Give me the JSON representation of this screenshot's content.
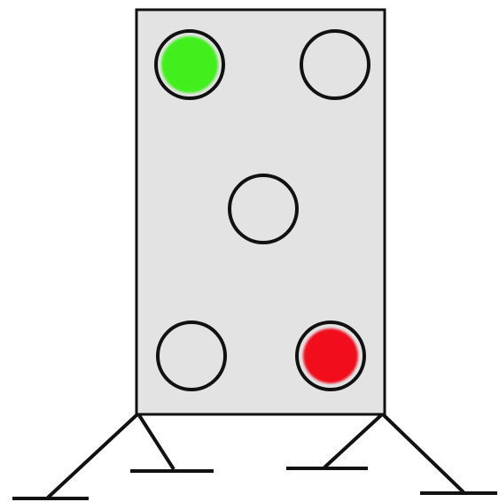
{
  "diagram": {
    "panel": {
      "fill": "#e3e3e3",
      "stroke": "#111111"
    },
    "indicators": [
      {
        "id": "top-left",
        "state": "lit",
        "color": "#43ef1f"
      },
      {
        "id": "top-right",
        "state": "off",
        "color": "#e3e3e3"
      },
      {
        "id": "center",
        "state": "off",
        "color": "#e3e3e3"
      },
      {
        "id": "bottom-left",
        "state": "off",
        "color": "#e3e3e3"
      },
      {
        "id": "bottom-right",
        "state": "lit",
        "color": "#f10f1f"
      }
    ],
    "line_color": "#111111"
  }
}
